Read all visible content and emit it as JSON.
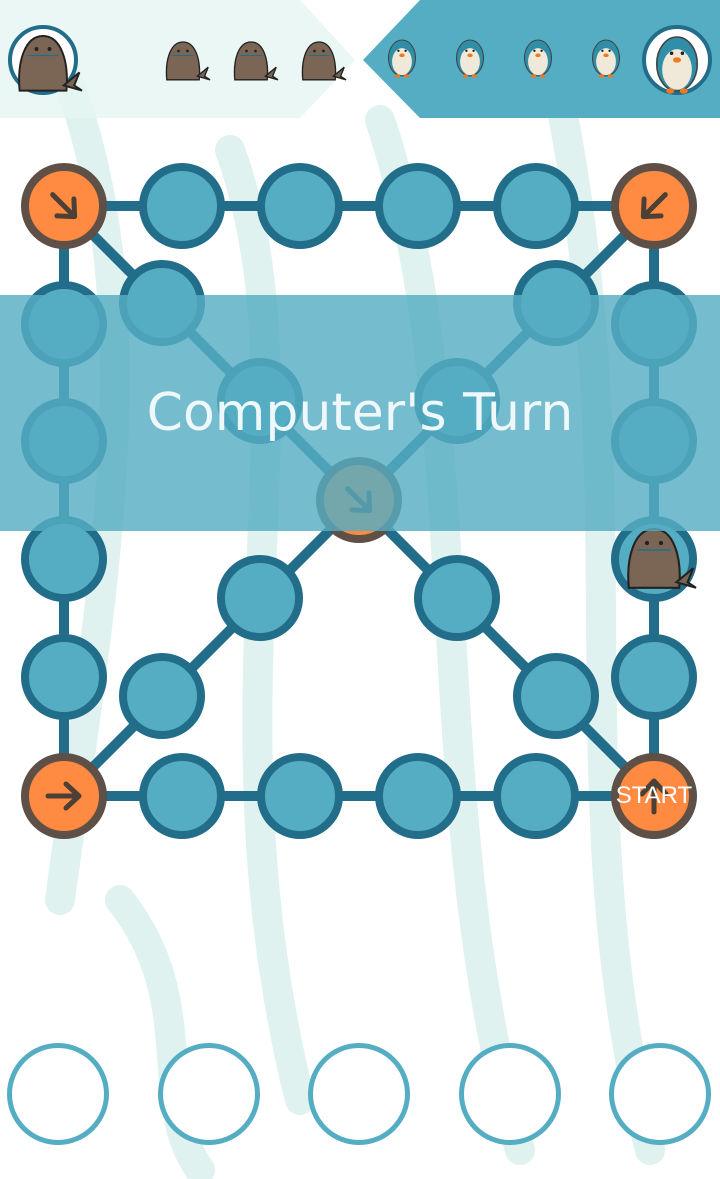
{
  "status": {
    "turn_text": "Computer's Turn"
  },
  "players": {
    "left": {
      "avatar": "seal-icon",
      "pieces_waiting": 3
    },
    "right": {
      "avatar": "penguin-icon",
      "pieces_waiting": 4
    }
  },
  "board": {
    "start_label": "START",
    "seal_on_node": "right-3"
  },
  "throw_slots": 5,
  "colors": {
    "node": "#55adc3",
    "node_stroke": "#216d8a",
    "corner": "#ff8a41",
    "corner_stroke": "#5e5046",
    "bar": "#55adc3"
  }
}
